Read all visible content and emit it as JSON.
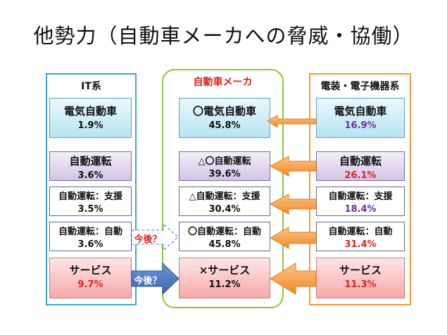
{
  "title": "他勢力（自動車メーカへの脅威・協働）",
  "columns": {
    "it": {
      "header": "IT系",
      "boxes": [
        {
          "name": "電気自動車",
          "pct": "1.9%"
        },
        {
          "name": "自動運転",
          "pct": "3.6%"
        },
        {
          "name": "自動運転：支援",
          "pct": "3.5%"
        },
        {
          "name": "自動運転：自動",
          "pct": "3.6%"
        },
        {
          "name": "サービス",
          "pct": "9.7%"
        }
      ]
    },
    "automaker": {
      "header": "自動車メーカ",
      "boxes": [
        {
          "name": "〇電気自動車",
          "pct": "45.8%"
        },
        {
          "name": "△〇自動運転",
          "pct": "39.6%"
        },
        {
          "name": "△自動運転：支援",
          "pct": "30.4%"
        },
        {
          "name": "〇自動運転：自動",
          "pct": "45.8%"
        },
        {
          "name": "×サービス",
          "pct": "11.2%"
        }
      ]
    },
    "electronics": {
      "header": "電装・電子機器系",
      "boxes": [
        {
          "name": "電気自動車",
          "pct": "16.9%"
        },
        {
          "name": "自動運転",
          "pct": "26.1%"
        },
        {
          "name": "自動運転：支援",
          "pct": "18.4%"
        },
        {
          "name": "自動運転：自動",
          "pct": "31.4%"
        },
        {
          "name": "サービス",
          "pct": "11.3%"
        }
      ]
    }
  },
  "arrows": {
    "dashed_label": "今後？",
    "solid_label": "今後？"
  },
  "colors": {
    "it_border": "#3fa8c8",
    "automaker_border": "#8cc63f",
    "electronics_border": "#f39a3c",
    "highlight_red": "#e02020",
    "highlight_purple": "#7030a0",
    "arrow_orange": "#f39a3c",
    "arrow_blue": "#4a78c0"
  }
}
